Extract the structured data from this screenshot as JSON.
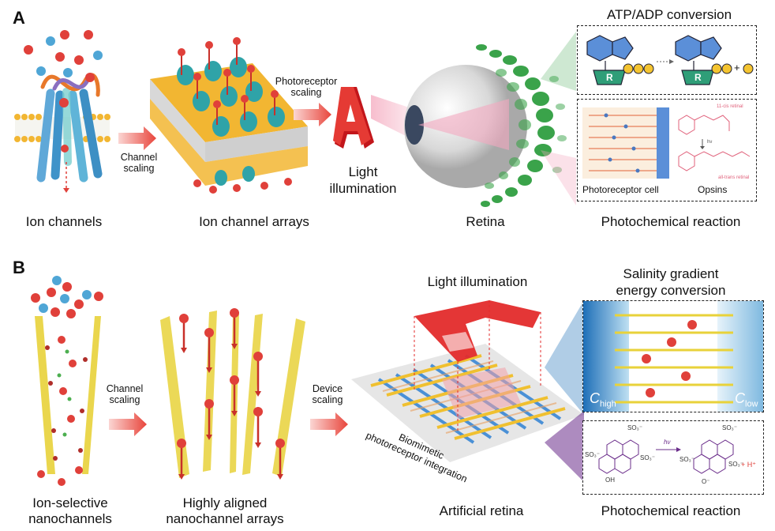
{
  "panel_a": {
    "letter": "A",
    "captions": {
      "ion_channels": "Ion channels",
      "ion_channel_arrays": "Ion channel arrays",
      "retina": "Retina",
      "photochemical_reaction": "Photochemical reaction"
    },
    "arrows": {
      "channel_scaling": "Channel\nscaling",
      "photoreceptor_scaling": "Photoreceptor\nscaling"
    },
    "light_illumination": "Light\nillumination",
    "atp_box": {
      "title": "ATP/ADP conversion",
      "ring_label": "R",
      "plus": "+"
    },
    "photo_box": {
      "photoreceptor_cell": "Photoreceptor cell",
      "opsins": "Opsins",
      "labels": [
        "11-cis retinal",
        "hν",
        "all-trans retinal"
      ]
    }
  },
  "panel_b": {
    "letter": "B",
    "captions": {
      "ion_selective": "Ion-selective\nnanochannels",
      "aligned_arrays": "Highly aligned\nnanochannel arrays",
      "artificial_retina": "Artificial retina",
      "photochemical_reaction": "Photochemical reaction"
    },
    "arrows": {
      "channel_scaling": "Channel\nscaling",
      "device_scaling": "Device\nscaling"
    },
    "light_illumination": "Light illumination",
    "device_label": "Biomimetic\nphotoreceptor integration",
    "salinity_title": "Salinity gradient\nenergy conversion",
    "c_high": "C",
    "c_high_sub": "high",
    "c_low": "C",
    "c_low_sub": "low",
    "reaction": {
      "so3_labels": [
        "SO₃⁻",
        "SO₃⁻",
        "SO₃⁻",
        "SO₃⁻",
        "SO₃⁻",
        "SO₃⁻"
      ],
      "oh": "OH",
      "o_minus": "O⁻",
      "hv": "hν",
      "h_plus": "+ H⁺"
    }
  },
  "colors": {
    "ion_red": "#e0403a",
    "ion_blue": "#4fa6d6",
    "membrane_yellow": "#f2b632",
    "channel_teal": "#2fa3a8",
    "arrow_red": "#e8453c",
    "retina_green": "#3aa34a",
    "nanotube_yellow": "#e8d23a",
    "salinity_blue": "#1e6fb8",
    "reaction_purple": "#6a2c8a"
  }
}
